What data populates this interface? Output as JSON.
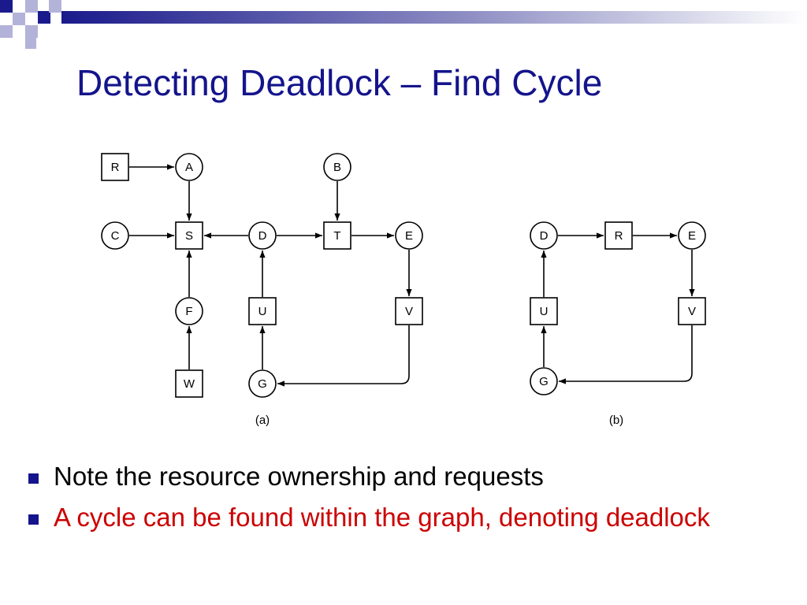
{
  "slide": {
    "title": "Detecting Deadlock – Find Cycle"
  },
  "diagram": {
    "graph_a": {
      "caption": "(a)",
      "nodes": [
        {
          "id": "R",
          "label": "R",
          "kind": "resource"
        },
        {
          "id": "A",
          "label": "A",
          "kind": "process"
        },
        {
          "id": "B",
          "label": "B",
          "kind": "process"
        },
        {
          "id": "C",
          "label": "C",
          "kind": "process"
        },
        {
          "id": "S",
          "label": "S",
          "kind": "resource"
        },
        {
          "id": "D",
          "label": "D",
          "kind": "process"
        },
        {
          "id": "T",
          "label": "T",
          "kind": "resource"
        },
        {
          "id": "E",
          "label": "E",
          "kind": "process"
        },
        {
          "id": "F",
          "label": "F",
          "kind": "process"
        },
        {
          "id": "U",
          "label": "U",
          "kind": "resource"
        },
        {
          "id": "V",
          "label": "V",
          "kind": "resource"
        },
        {
          "id": "W",
          "label": "W",
          "kind": "resource"
        },
        {
          "id": "G",
          "label": "G",
          "kind": "process"
        }
      ],
      "edges": [
        {
          "from": "R",
          "to": "A"
        },
        {
          "from": "A",
          "to": "S"
        },
        {
          "from": "B",
          "to": "T"
        },
        {
          "from": "C",
          "to": "S"
        },
        {
          "from": "D",
          "to": "S"
        },
        {
          "from": "D",
          "to": "T"
        },
        {
          "from": "T",
          "to": "E"
        },
        {
          "from": "F",
          "to": "S"
        },
        {
          "from": "U",
          "to": "D"
        },
        {
          "from": "E",
          "to": "V"
        },
        {
          "from": "W",
          "to": "F"
        },
        {
          "from": "G",
          "to": "U"
        },
        {
          "from": "V",
          "to": "G"
        }
      ]
    },
    "graph_b": {
      "caption": "(b)",
      "nodes": [
        {
          "id": "D",
          "label": "D",
          "kind": "process"
        },
        {
          "id": "R",
          "label": "R",
          "kind": "resource"
        },
        {
          "id": "E",
          "label": "E",
          "kind": "process"
        },
        {
          "id": "U",
          "label": "U",
          "kind": "resource"
        },
        {
          "id": "V",
          "label": "V",
          "kind": "resource"
        },
        {
          "id": "G",
          "label": "G",
          "kind": "process"
        }
      ],
      "edges": [
        {
          "from": "D",
          "to": "R"
        },
        {
          "from": "R",
          "to": "E"
        },
        {
          "from": "E",
          "to": "V"
        },
        {
          "from": "V",
          "to": "G"
        },
        {
          "from": "G",
          "to": "U"
        },
        {
          "from": "U",
          "to": "D"
        }
      ]
    }
  },
  "bullets": [
    {
      "text": "Note the resource ownership and requests",
      "color": "#000000"
    },
    {
      "text": "A cycle can be found within the graph, denoting deadlock",
      "color": "#cc0000"
    }
  ],
  "colors": {
    "title": "#14148c",
    "bullet_marker": "#14148c",
    "deco_dark": "#1a1a8c",
    "deco_light": "#b3b3d9"
  }
}
